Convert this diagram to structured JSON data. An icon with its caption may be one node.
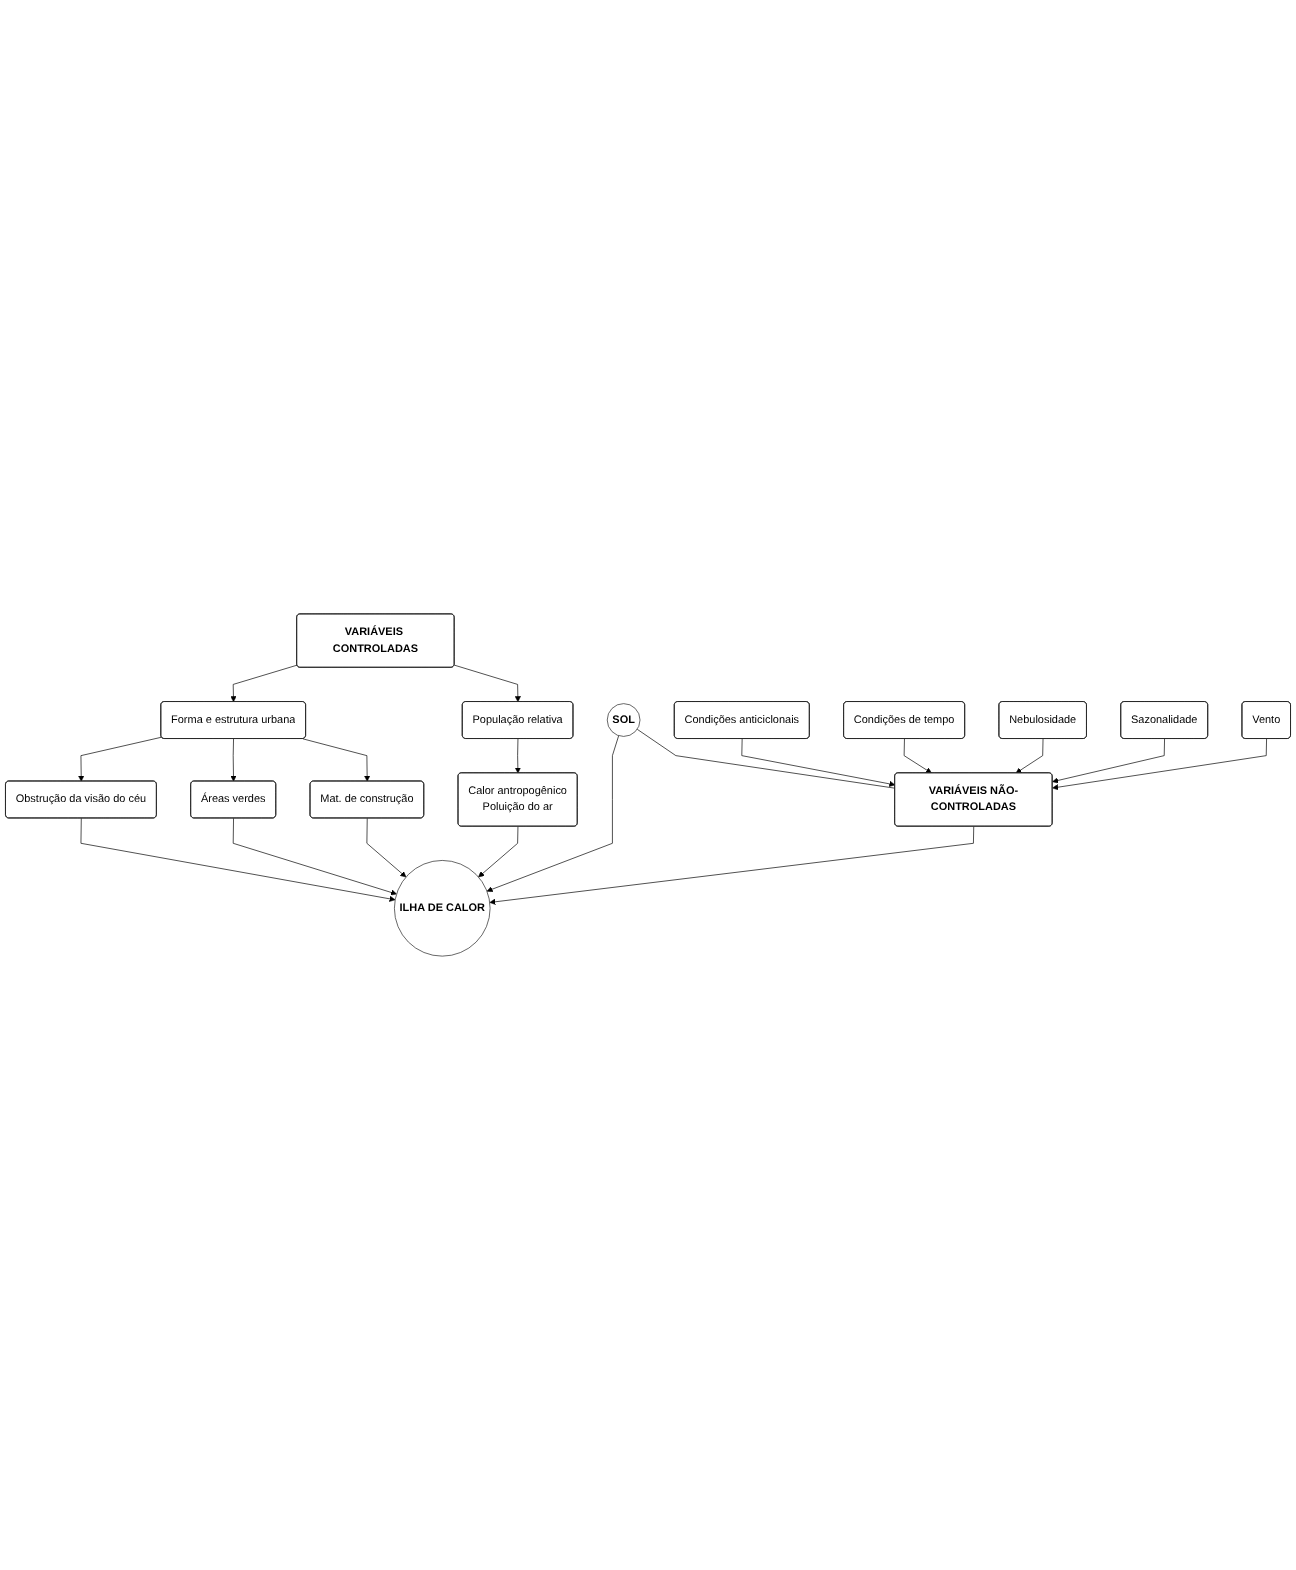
{
  "diagram": {
    "nodes": [
      {
        "text": [
          "VARIÁVEIS CONTROLADAS"
        ]
      },
      {
        "text": [
          "Forma e estrutura urbana"
        ]
      },
      {
        "text": [
          "População relativa"
        ]
      },
      {
        "text": [
          "Obstrução da visão do céu"
        ]
      },
      {
        "text": [
          "Áreas verdes"
        ]
      },
      {
        "text": [
          "Mat. de construção"
        ]
      },
      {
        "text": [
          "Calor antropogênico",
          "Poluição do ar"
        ]
      },
      {
        "text": [
          "SOL"
        ]
      },
      {
        "text": [
          "ILHA DE CALOR"
        ]
      },
      {
        "text": [
          "VARIÁVEIS NÃO-CONTROLADAS"
        ]
      },
      {
        "text": [
          "Condições anticiclonais"
        ]
      },
      {
        "text": [
          "Condições de tempo"
        ]
      },
      {
        "text": [
          "Nebulosidade"
        ]
      },
      {
        "text": [
          "Sazonalidade"
        ]
      },
      {
        "text": [
          "Vento"
        ]
      }
    ],
    "edges": [
      {
        "from": 0,
        "to": 1,
        "arrow": "to"
      },
      {
        "from": 0,
        "to": 2,
        "arrow": "to"
      },
      {
        "from": 1,
        "to": 3,
        "arrow": "to"
      },
      {
        "from": 1,
        "to": 4,
        "arrow": "to"
      },
      {
        "from": 1,
        "to": 5,
        "arrow": "to"
      },
      {
        "from": 2,
        "to": 6,
        "arrow": "to"
      },
      {
        "from": 3,
        "to": 8,
        "arrow": "to"
      },
      {
        "from": 4,
        "to": 8,
        "arrow": "to"
      },
      {
        "from": 5,
        "to": 8,
        "arrow": "to"
      },
      {
        "from": 7,
        "to": 8,
        "arrow": "to"
      },
      {
        "from": 6,
        "to": 8,
        "arrow": "to"
      },
      {
        "from": 7,
        "to": 9,
        "arrow": "none"
      },
      {
        "from": 9,
        "to": 8,
        "arrow": "to"
      },
      {
        "from": 10,
        "to": 9,
        "arrow": "to"
      },
      {
        "from": 11,
        "to": 9,
        "arrow": "to"
      },
      {
        "from": 12,
        "to": 9,
        "arrow": "to"
      },
      {
        "from": 13,
        "to": 9,
        "arrow": "to"
      },
      {
        "from": 14,
        "to": 9,
        "arrow": "to"
      }
    ]
  }
}
